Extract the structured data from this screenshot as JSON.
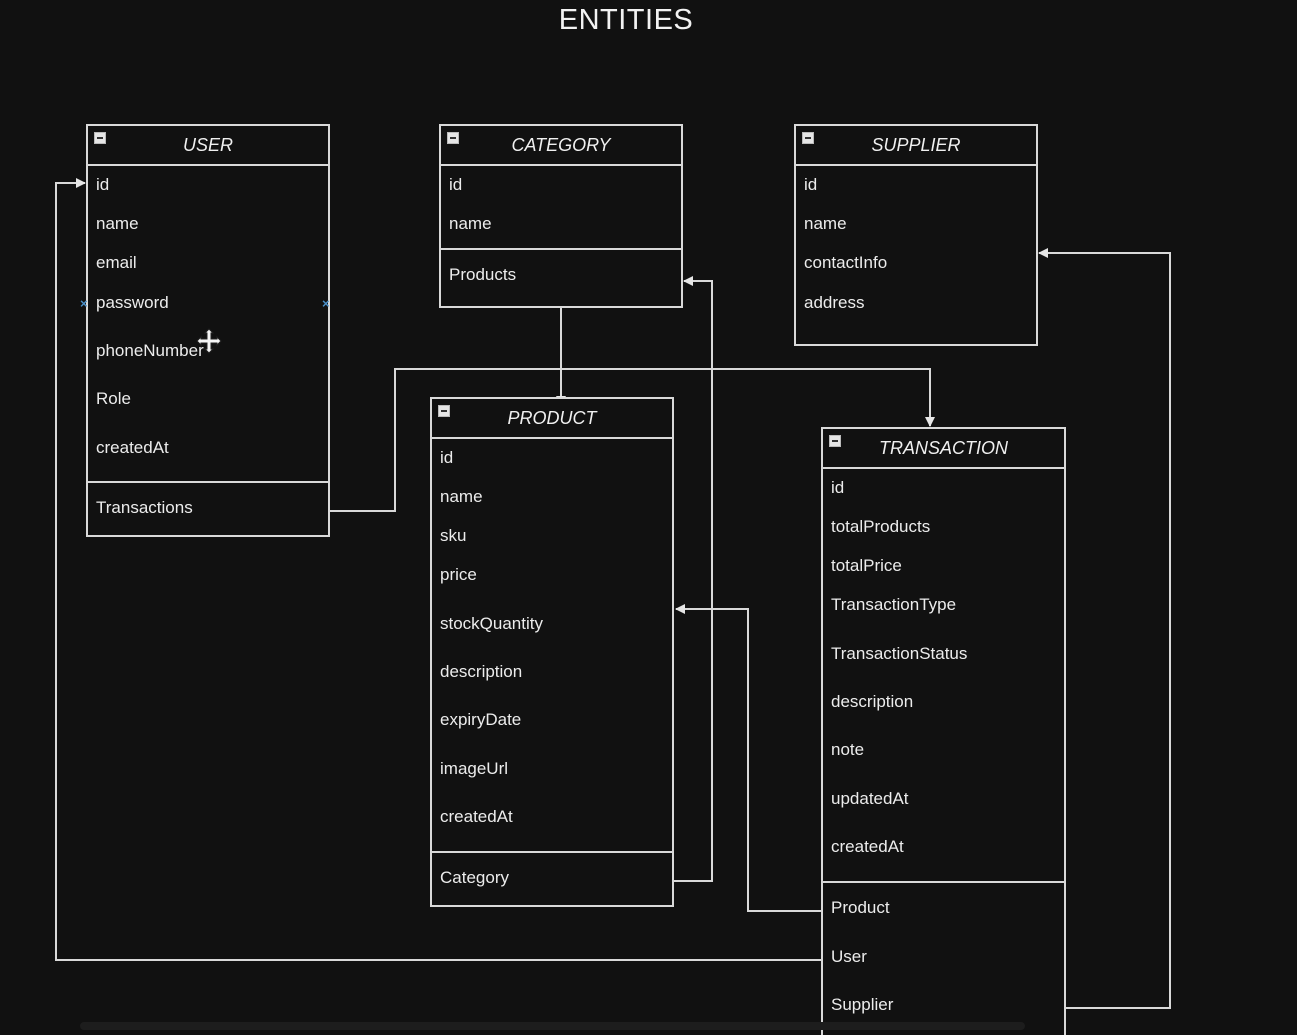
{
  "title": "ENTITIES",
  "entities": {
    "user": {
      "name": "USER",
      "fields": [
        "id",
        "name",
        "email",
        "password",
        "phoneNumber",
        "Role",
        "createdAt"
      ],
      "relations": [
        "Transactions"
      ]
    },
    "category": {
      "name": "CATEGORY",
      "fields": [
        "id",
        "name"
      ],
      "relations": [
        "Products"
      ]
    },
    "supplier": {
      "name": "SUPPLIER",
      "fields": [
        "id",
        "name",
        "contactInfo",
        "address"
      ],
      "relations": []
    },
    "product": {
      "name": "PRODUCT",
      "fields": [
        "id",
        "name",
        "sku",
        "price",
        "stockQuantity",
        "description",
        "expiryDate",
        "imageUrl",
        "createdAt"
      ],
      "relations": [
        "Category"
      ]
    },
    "transaction": {
      "name": "TRANSACTION",
      "fields": [
        "id",
        "totalProducts",
        "totalPrice",
        "TransactionType",
        "TransactionStatus",
        "description",
        "note",
        "updatedAt",
        "createdAt"
      ],
      "relations": [
        "Product",
        "User",
        "Supplier"
      ]
    }
  },
  "colors": {
    "background": "#111111",
    "line": "#d9d9d9",
    "selection_marker": "#4a8fc7"
  }
}
